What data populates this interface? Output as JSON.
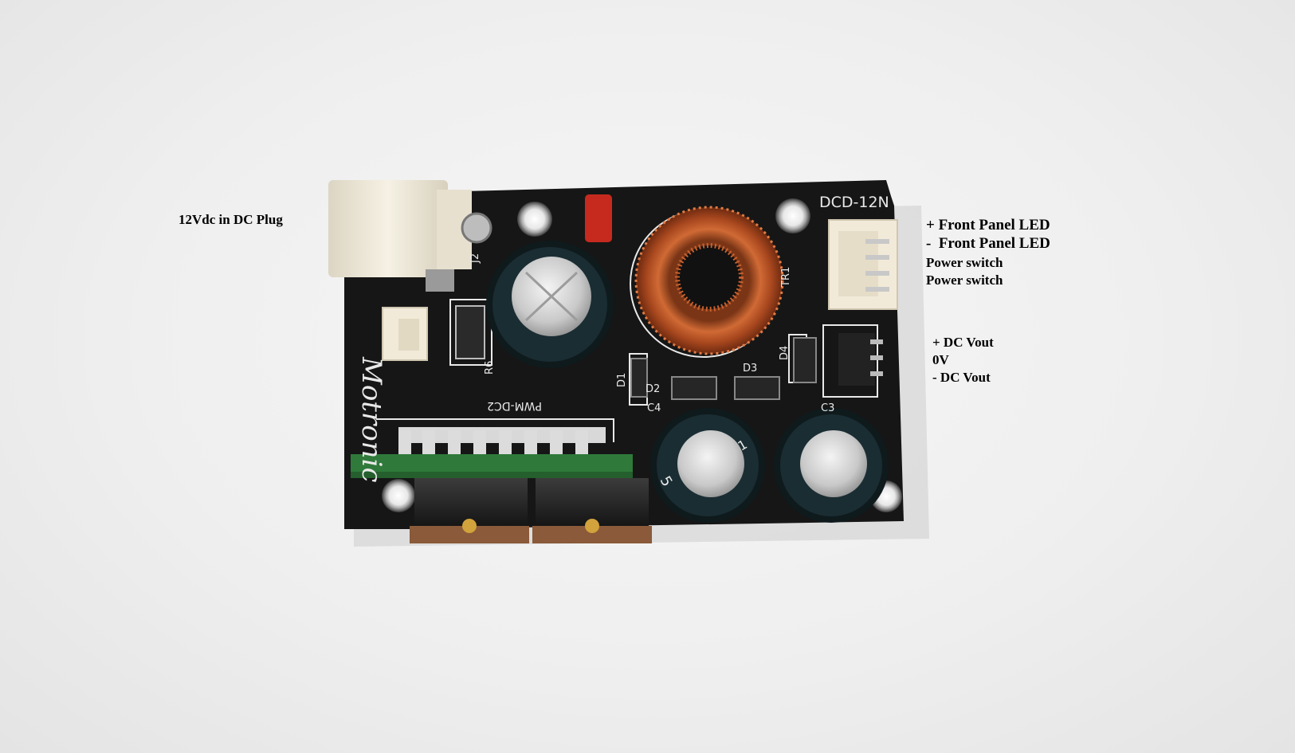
{
  "labels": {
    "dc_plug": "12Vdc in DC Plug",
    "led_plus": "+ Front Panel LED",
    "led_minus": "-  Front Panel LED",
    "power_switch_1": "Power switch",
    "power_switch_2": "Power switch",
    "dc_vout_plus": "+ DC Vout",
    "zero_v": "0V",
    "dc_vout_minus": "- DC Vout"
  },
  "silkscreen": {
    "board_name": "DCD-12N",
    "module_name": "PWM-DC2",
    "brand": "Motronic",
    "j2": "J2",
    "tr1": "TR1",
    "r6": "R6",
    "d1": "D1",
    "d2": "D2",
    "d3": "D3",
    "d4": "D4",
    "c3": "C3",
    "c4": "C4",
    "cap_mark_1": "1",
    "cap_mark_5": "5"
  },
  "colors": {
    "pcb": "#161616",
    "silkscreen": "#e9e9e9",
    "copper_wire": "#b5532a",
    "module_pcb": "#2f7a3a",
    "connector": "#f2ead8",
    "fuse": "#c62a1f"
  }
}
